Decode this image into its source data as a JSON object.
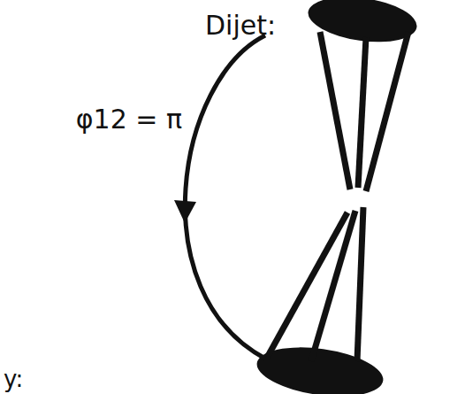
{
  "diagram": {
    "title": "Dijet:",
    "labels": [
      "φ12 = π",
      "y:"
    ]
  }
}
